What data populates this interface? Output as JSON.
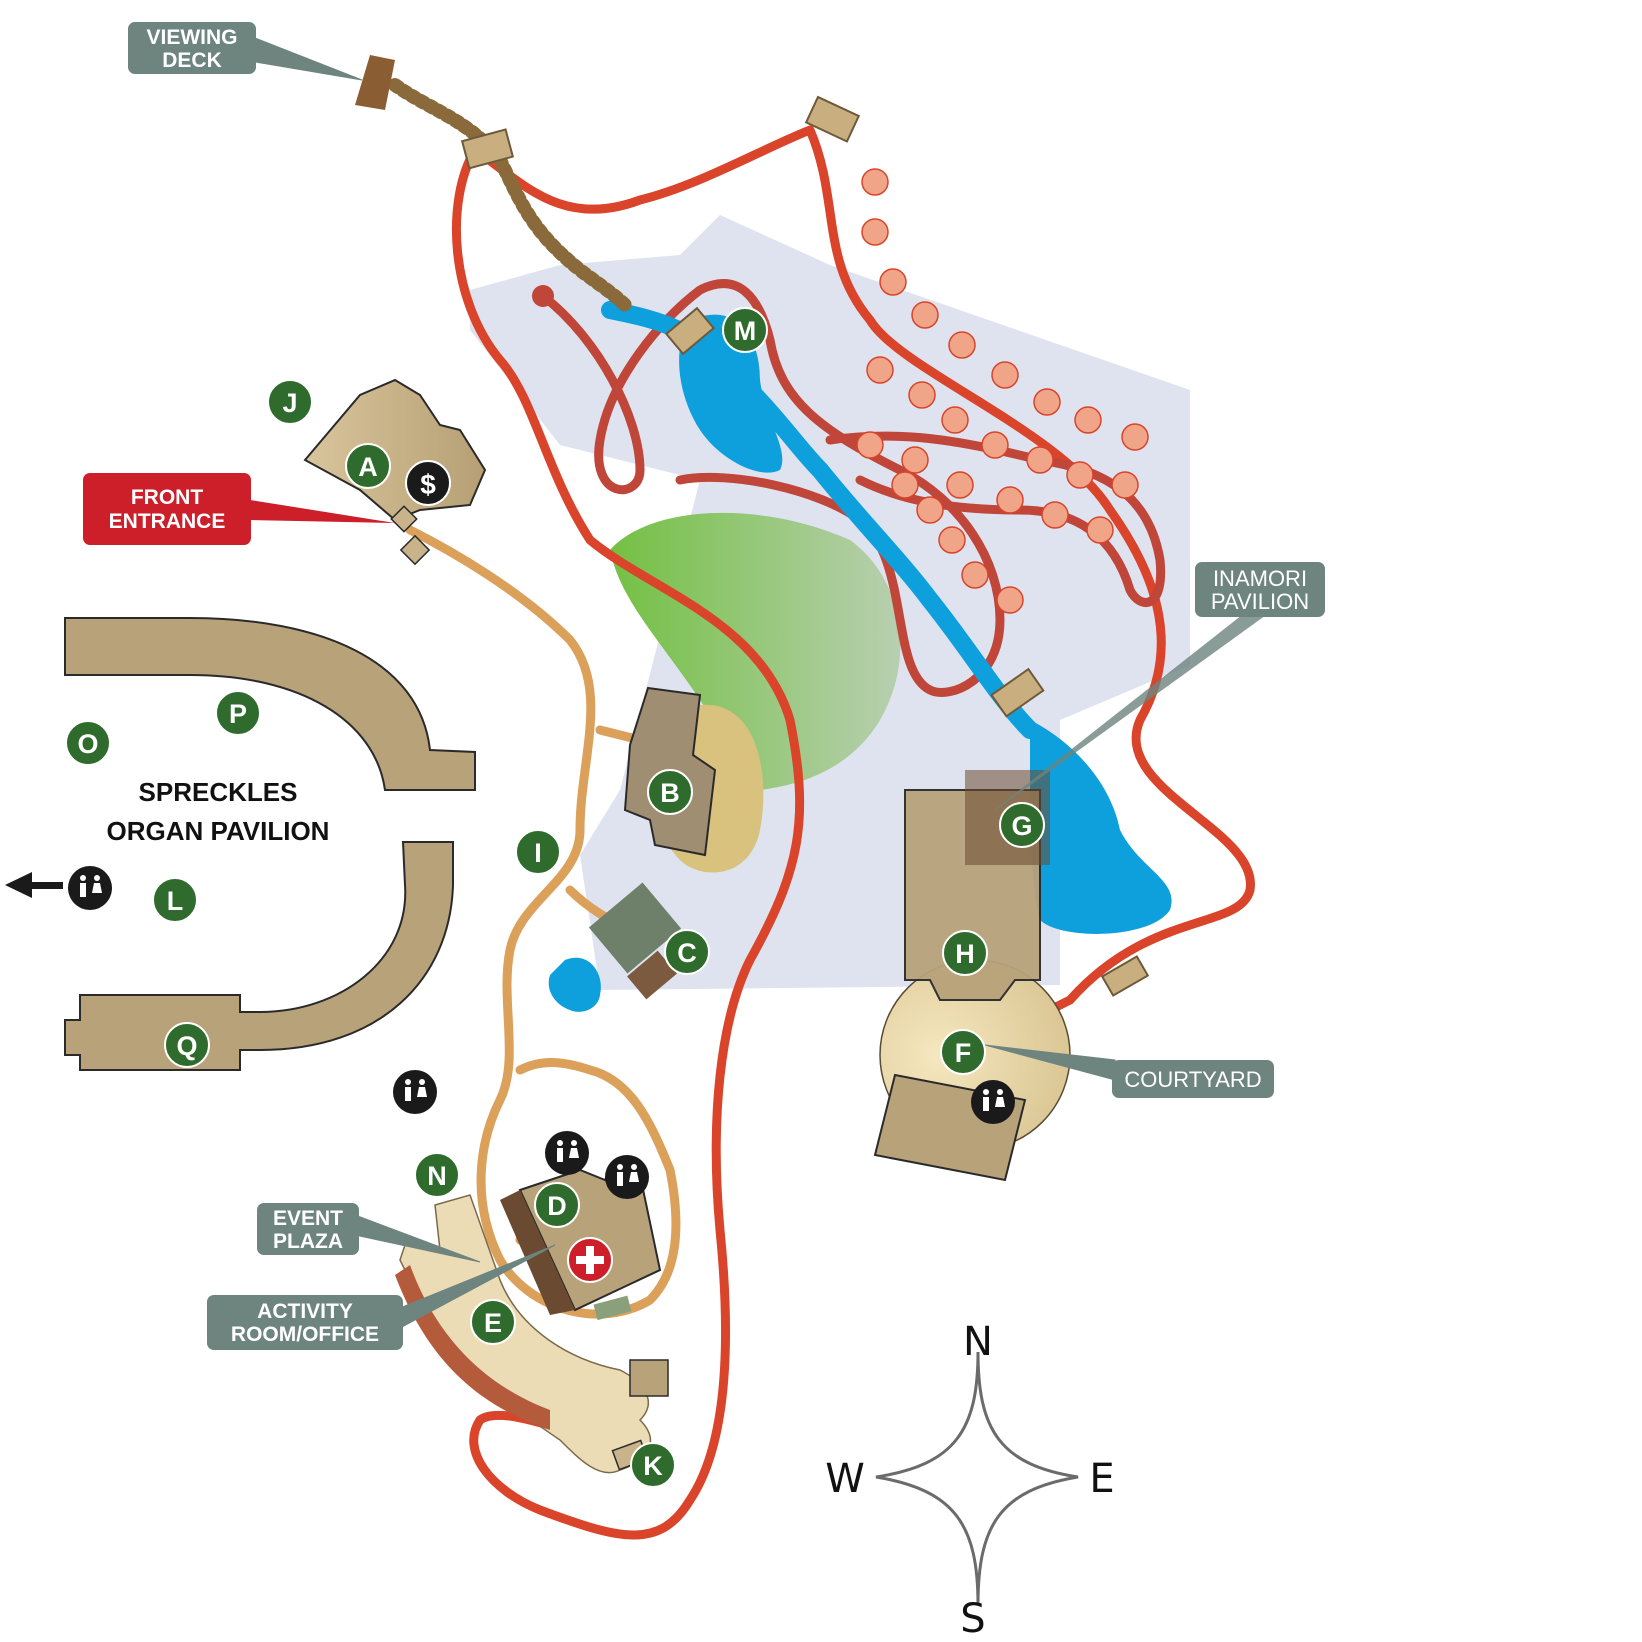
{
  "map": {
    "callouts": {
      "viewing_deck": [
        "VIEWING",
        "DECK"
      ],
      "front_entrance": [
        "FRONT",
        "ENTRANCE"
      ],
      "inamori_pavilion": [
        "INAMORI",
        "PAVILION"
      ],
      "courtyard": "COURTYARD",
      "event_plaza": [
        "EVENT",
        "PLAZA"
      ],
      "activity_room": [
        "ACTIVITY",
        "ROOM/OFFICE"
      ]
    },
    "venue_label": [
      "SPRECKLES",
      "ORGAN PAVILION"
    ],
    "markers": {
      "A": "A",
      "B": "B",
      "C": "C",
      "D": "D",
      "E": "E",
      "F": "F",
      "G": "G",
      "H": "H",
      "I": "I",
      "J": "J",
      "K": "K",
      "L": "L",
      "M": "M",
      "N": "N",
      "O": "O",
      "P": "P",
      "Q": "Q"
    },
    "ticket_symbol": "$",
    "compass": {
      "north": "N",
      "south": "S",
      "east": "E",
      "west": "W"
    }
  },
  "colors": {
    "trail_red": "#d9442a",
    "trail_dark_red": "#c0463a",
    "path_orange": "#dba05a",
    "building_tan": "#b8a27a",
    "building_gray": "#a08e73",
    "water_blue": "#0ea0dd",
    "garden_lavender": "#dfe3ef",
    "marker_green": "#2e6b2c",
    "callout_gray": "#6e847f",
    "callout_red": "#cc1f2a"
  }
}
